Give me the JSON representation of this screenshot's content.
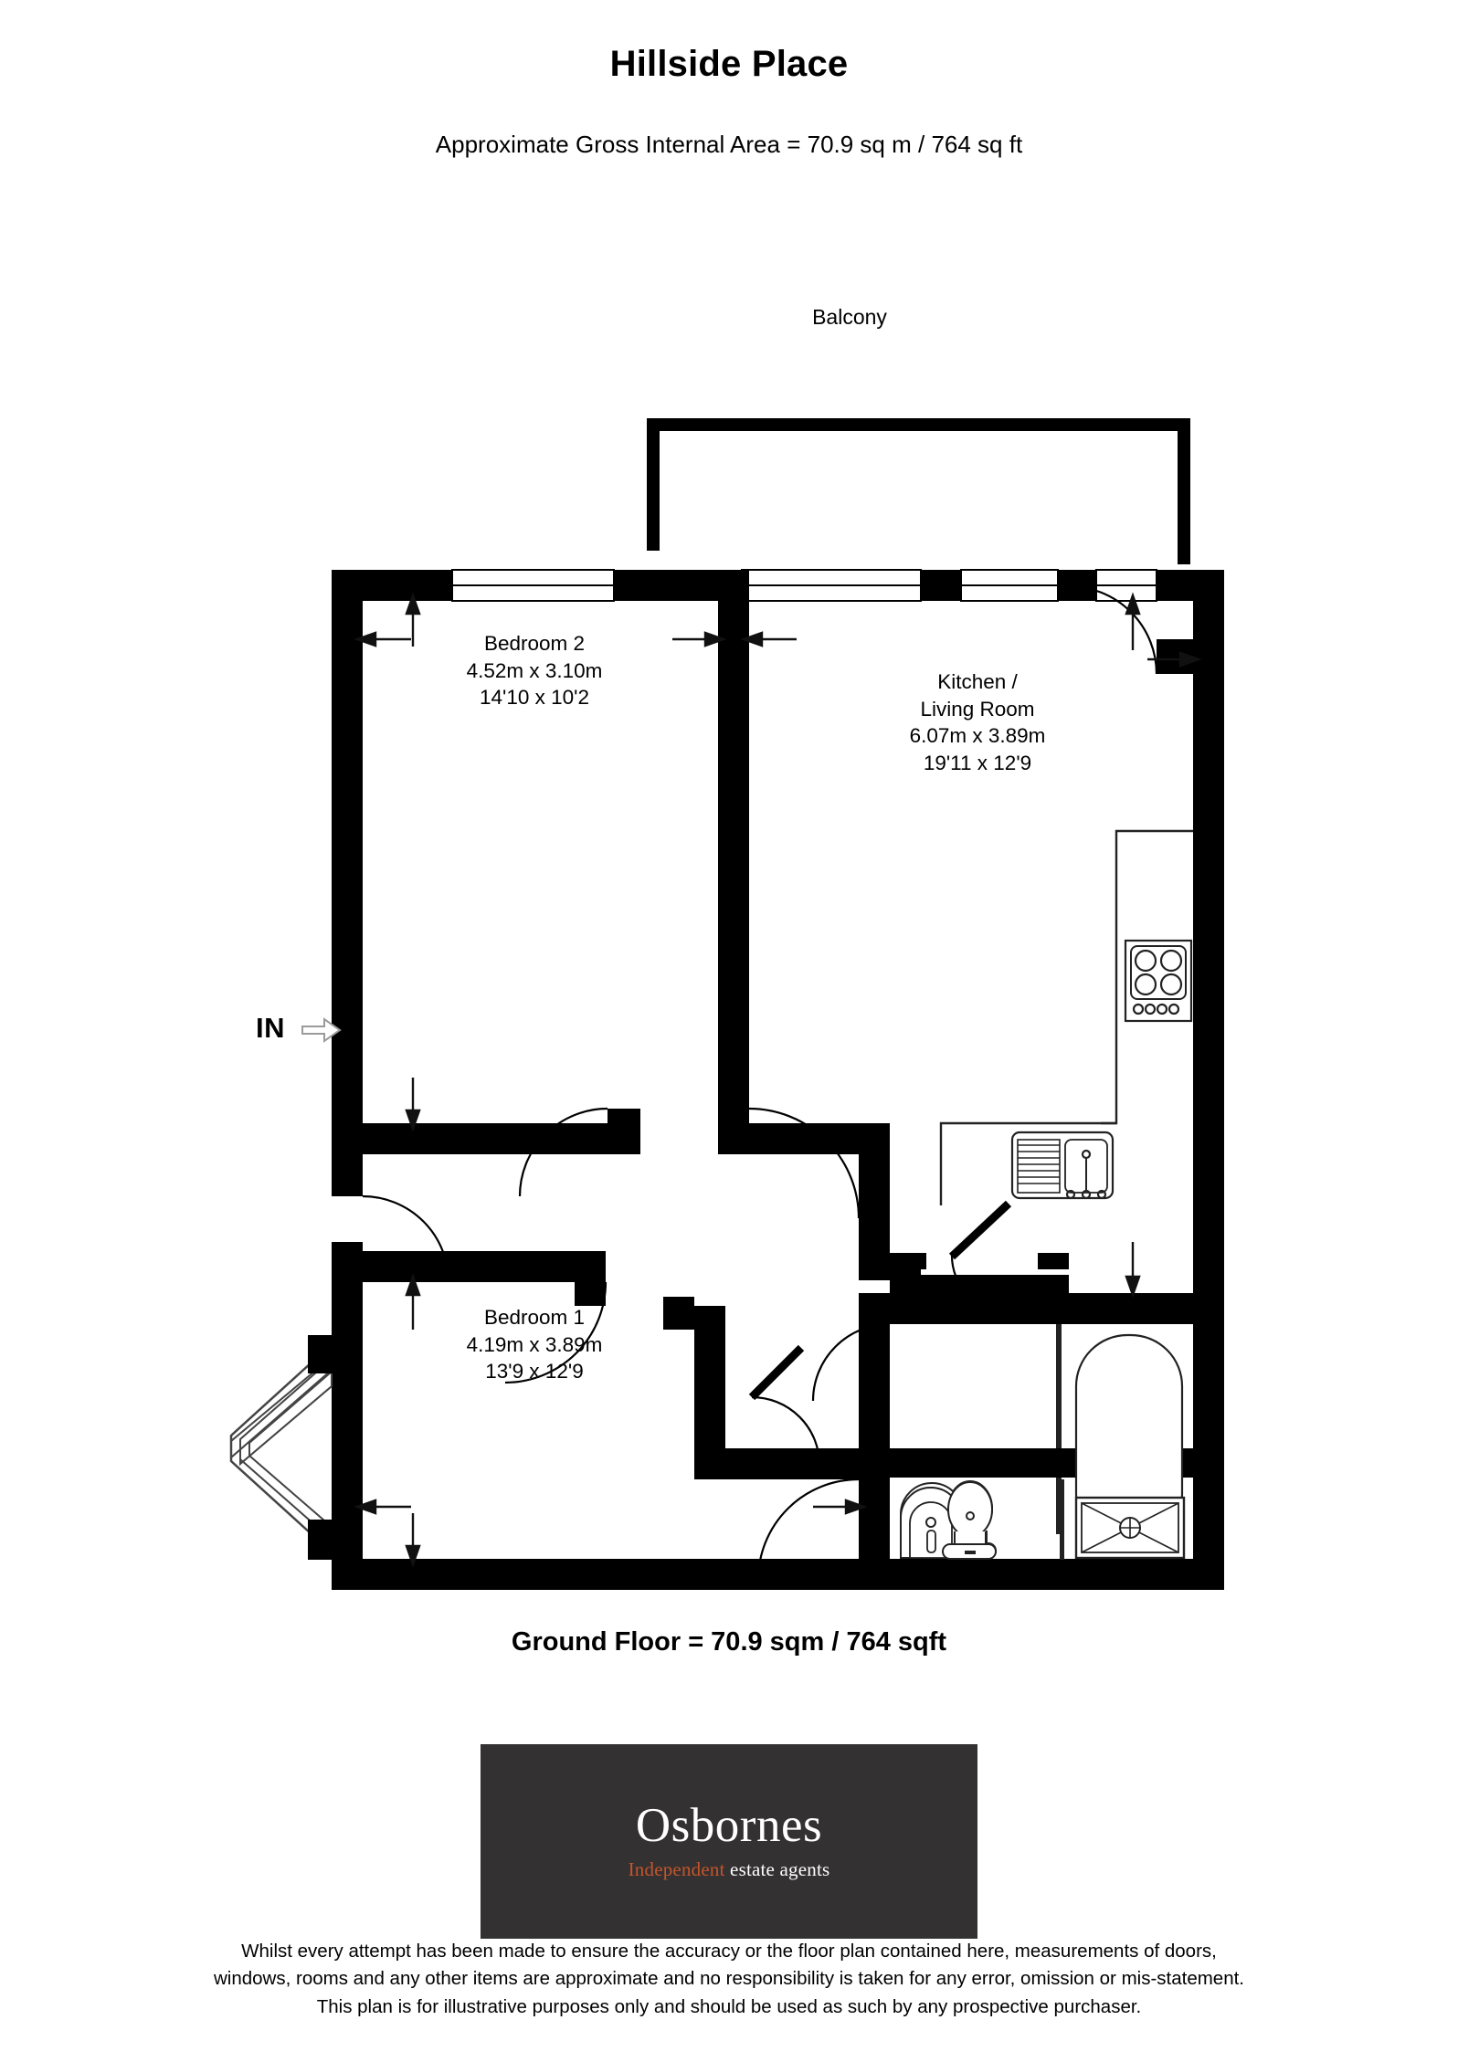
{
  "header": {
    "title": "Hillside Place",
    "subtitle": "Approximate Gross Internal Area = 70.9 sq m / 764 sq ft"
  },
  "plan": {
    "entrance": {
      "label": "IN",
      "icon": "arrow-right-outline-icon"
    },
    "rooms": [
      {
        "id": "balcony",
        "name": "Balcony",
        "metric": "",
        "imperial": ""
      },
      {
        "id": "bedroom-2",
        "name": "Bedroom 2",
        "metric": "4.52m x 3.10m",
        "imperial": "14'10 x 10'2"
      },
      {
        "id": "kitchen-living-room",
        "name_line_1": "Kitchen /",
        "name_line_2": "Living Room",
        "metric": "6.07m x 3.89m",
        "imperial": "19'11 x 12'9"
      },
      {
        "id": "bedroom-1",
        "name": "Bedroom 1",
        "metric": "4.19m x 3.89m",
        "imperial": "13'9 x 12'9"
      }
    ],
    "fixtures": [
      "hob-icon",
      "sink-icon",
      "bathtub-icon",
      "shower-tray-icon",
      "toilet-icon",
      "washbasin-icon"
    ],
    "colors": {
      "wall": "#000000",
      "fixture_outline": "#1a1a1a",
      "background": "#ffffff"
    }
  },
  "footer": {
    "floor_total": "Ground Floor = 70.9 sqm / 764 sqft",
    "logo": {
      "name": "Osbornes",
      "tagline_accent": "Independent",
      "tagline_rest": " estate agents",
      "background": "#333131",
      "accent_color": "#C4552B"
    },
    "disclaimer_line_1": "Whilst every attempt has been made to ensure the accuracy or the floor plan contained here, measurements of doors,",
    "disclaimer_line_2": "windows, rooms and any other items are approximate and no responsibility is taken for any error, omission or mis-statement.",
    "disclaimer_line_3": "This plan is for illustrative purposes only and should be used as such by any prospective purchaser."
  }
}
